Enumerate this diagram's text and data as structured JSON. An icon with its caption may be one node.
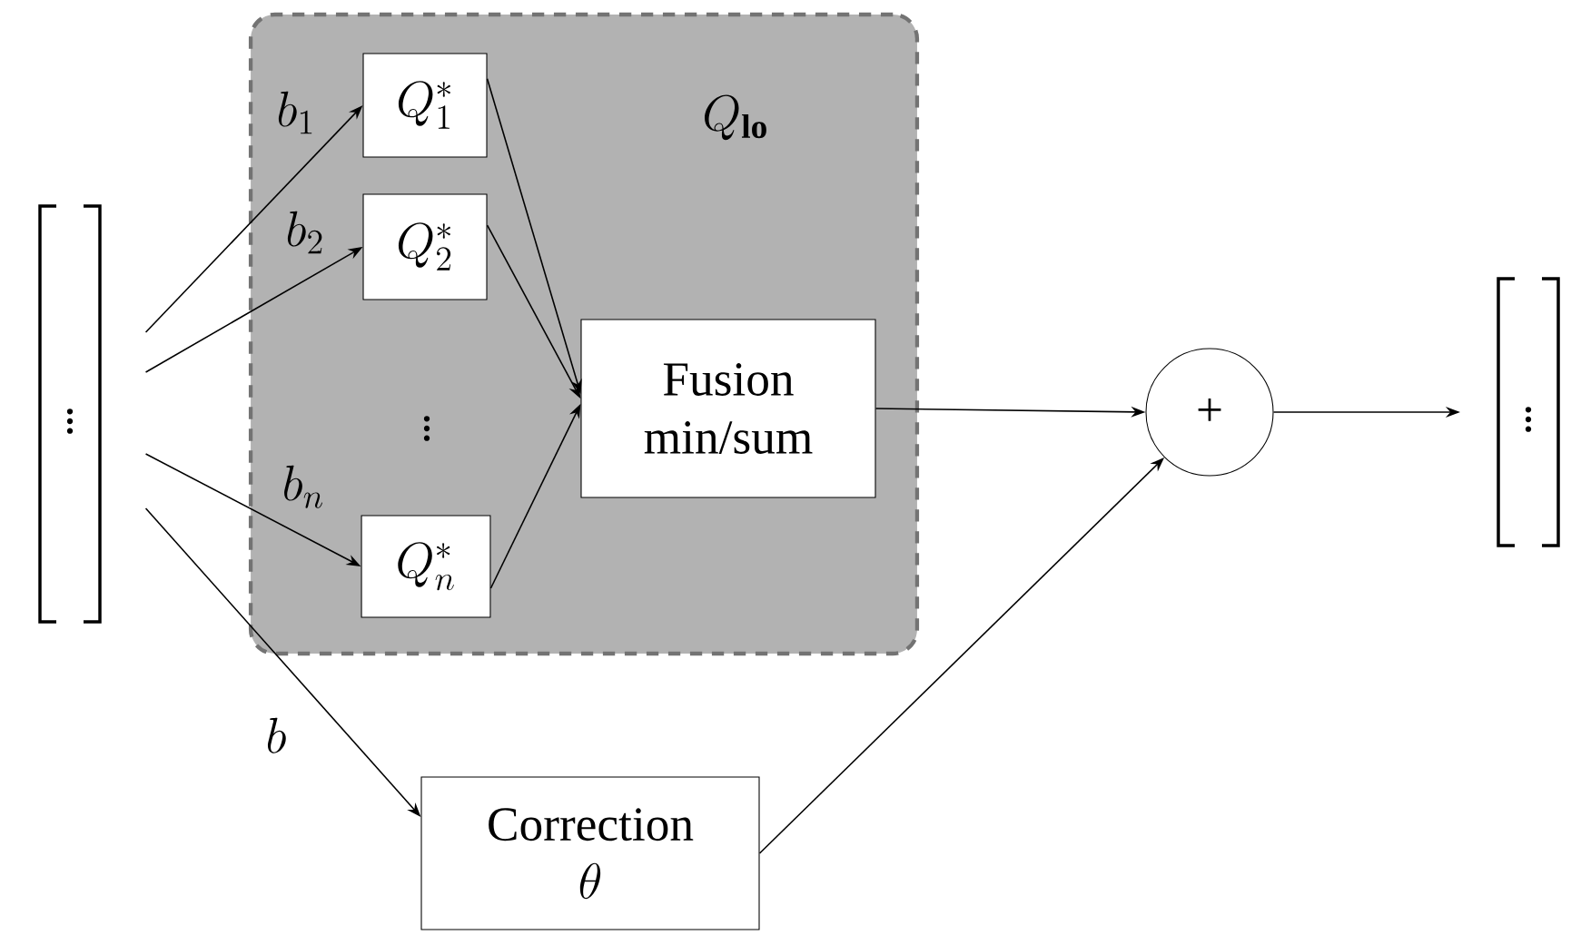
{
  "diagram": {
    "nodes": [
      {
        "text": [
          "\\vdots"
        ]
      },
      {
        "text": [
          "Q_{\\mathbf{lo}}"
        ]
      },
      {
        "text": [
          "Q_1^*"
        ],
        "in": 1
      },
      {
        "text": [
          "Q_2^*"
        ],
        "in": 1
      },
      {
        "text": [
          "Q_n^*"
        ],
        "in": 1
      },
      {
        "text": [
          "Fusion min/sum"
        ],
        "in": 1
      },
      {
        "text": [
          "Correction",
          "\\theta"
        ]
      },
      {
        "text": [
          "+"
        ]
      },
      {
        "text": [
          "\\vdots"
        ]
      }
    ],
    "edges": [
      {
        "from": 0,
        "to": 2,
        "arrow": "to",
        "label": "b_1"
      },
      {
        "from": 0,
        "to": 3,
        "arrow": "to",
        "label": "b_2"
      },
      {
        "from": 0,
        "to": 4,
        "arrow": "to",
        "label": "b_n"
      },
      {
        "from": 0,
        "to": 6,
        "arrow": "to",
        "label": "b"
      },
      {
        "from": 2,
        "to": 5,
        "arrow": "to"
      },
      {
        "from": 3,
        "to": 5,
        "arrow": "to"
      },
      {
        "from": 4,
        "to": 5,
        "arrow": "to"
      },
      {
        "from": 5,
        "to": 7,
        "arrow": "to"
      },
      {
        "from": 6,
        "to": 7,
        "arrow": "to"
      },
      {
        "from": 7,
        "to": 8,
        "arrow": "to"
      }
    ],
    "labels": [
      "\\vdots"
    ]
  }
}
